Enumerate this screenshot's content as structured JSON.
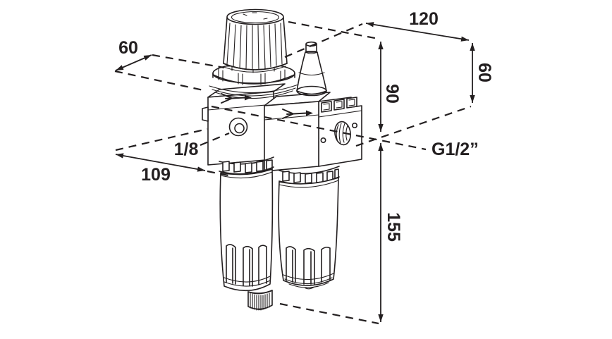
{
  "drawing": {
    "background_color": "#ffffff",
    "line_color": "#231f20",
    "labels": {
      "depth_top": "60",
      "width_top": "120",
      "height_right": "60",
      "height_mid": "90",
      "height_total": "155",
      "width_bottom": "109",
      "port_gauge": "1/8",
      "port_main": "G1/2”"
    },
    "components": {
      "knob": "regulator-knob",
      "bonnet": "regulator-bonnet",
      "left_block": "regulator-body",
      "right_block": "lubricator-body",
      "dome": "sight-dome",
      "left_bowl": "filter-bowl",
      "right_bowl": "lubricator-bowl",
      "drain": "drain-valve",
      "flow": "flow-direction-arrow"
    }
  }
}
